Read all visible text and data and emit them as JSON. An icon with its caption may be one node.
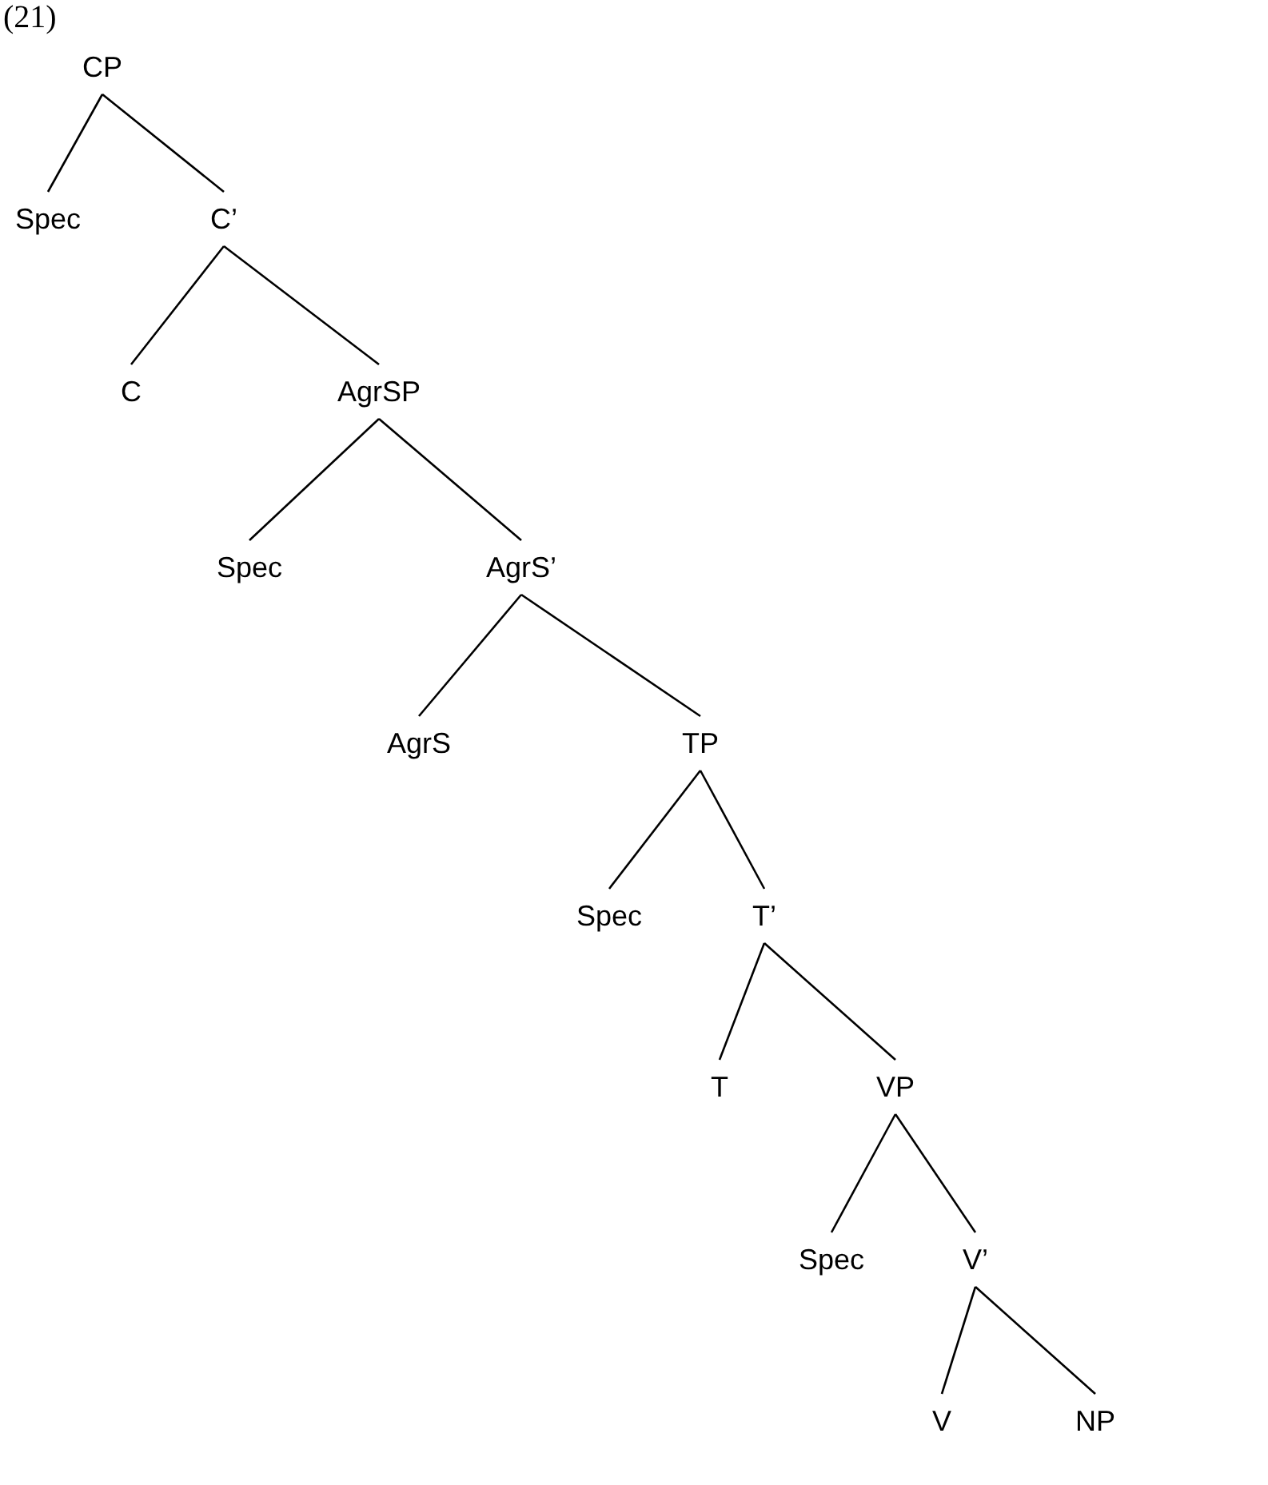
{
  "diagram": {
    "nodes": [
      {
        "text": [
          "CP"
        ]
      },
      {
        "text": [
          "Spec"
        ]
      },
      {
        "text": [
          "C’"
        ]
      },
      {
        "text": [
          "C"
        ]
      },
      {
        "text": [
          "AgrSP"
        ]
      },
      {
        "text": [
          "Spec"
        ]
      },
      {
        "text": [
          "AgrS’"
        ]
      },
      {
        "text": [
          "AgrS"
        ]
      },
      {
        "text": [
          "TP"
        ]
      },
      {
        "text": [
          "Spec"
        ]
      },
      {
        "text": [
          "T’"
        ]
      },
      {
        "text": [
          "T"
        ]
      },
      {
        "text": [
          "VP"
        ]
      },
      {
        "text": [
          "Spec"
        ]
      },
      {
        "text": [
          "V’"
        ]
      },
      {
        "text": [
          "V"
        ]
      },
      {
        "text": [
          "NP"
        ]
      }
    ],
    "edges": [
      {
        "from": 0,
        "to": 1,
        "arrow": "none"
      },
      {
        "from": 0,
        "to": 2,
        "arrow": "none"
      },
      {
        "from": 2,
        "to": 3,
        "arrow": "none"
      },
      {
        "from": 2,
        "to": 4,
        "arrow": "none"
      },
      {
        "from": 4,
        "to": 5,
        "arrow": "none"
      },
      {
        "from": 4,
        "to": 6,
        "arrow": "none"
      },
      {
        "from": 6,
        "to": 7,
        "arrow": "none"
      },
      {
        "from": 6,
        "to": 8,
        "arrow": "none"
      },
      {
        "from": 8,
        "to": 9,
        "arrow": "none"
      },
      {
        "from": 8,
        "to": 10,
        "arrow": "none"
      },
      {
        "from": 10,
        "to": 11,
        "arrow": "none"
      },
      {
        "from": 10,
        "to": 12,
        "arrow": "none"
      },
      {
        "from": 12,
        "to": 13,
        "arrow": "none"
      },
      {
        "from": 12,
        "to": 14,
        "arrow": "none"
      },
      {
        "from": 14,
        "to": 15,
        "arrow": "none"
      },
      {
        "from": 14,
        "to": 16,
        "arrow": "none"
      }
    ],
    "labels": [
      "(21)"
    ]
  }
}
